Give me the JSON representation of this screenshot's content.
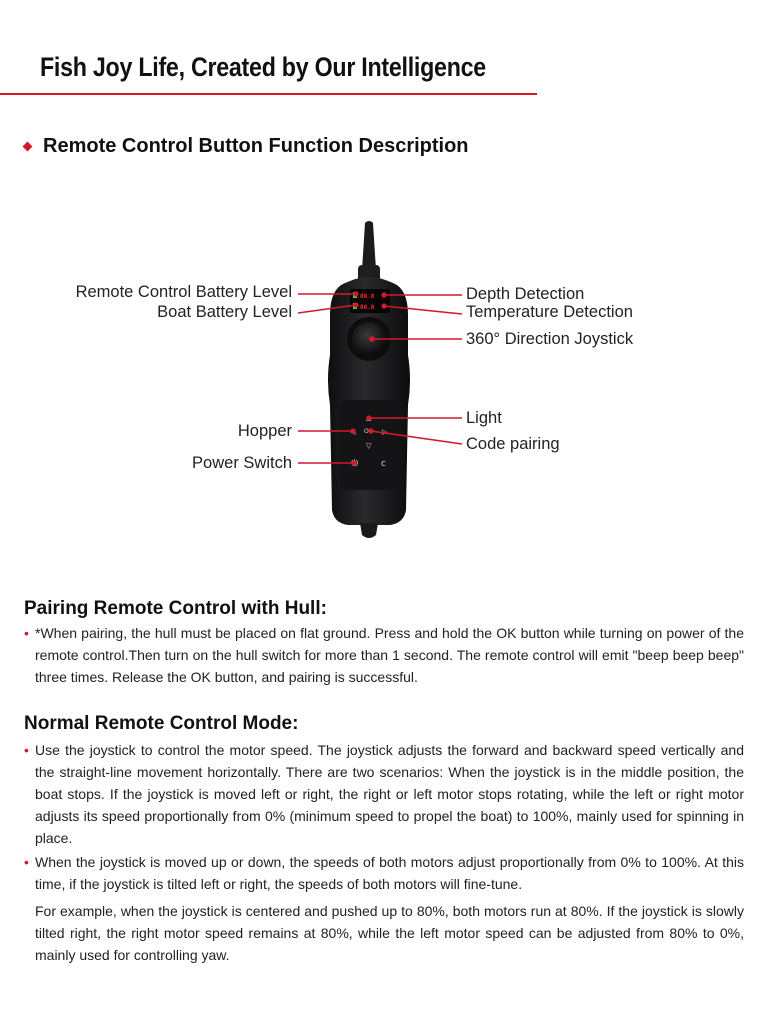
{
  "header": {
    "title": "Fish Joy Life, Created by Our Intelligence"
  },
  "section": {
    "heading": "Remote Control Button Function Description"
  },
  "diagram": {
    "labels": {
      "battery_remote": "Remote Control Battery Level",
      "battery_boat": "Boat Battery Level",
      "hopper": "Hopper",
      "power": "Power Switch",
      "depth": "Depth Detection",
      "temperature": "Temperature Detection",
      "joystick": "360° Direction Joystick",
      "light": "Light",
      "pairing": "Code pairing"
    },
    "display_readings": [
      "88.8",
      "88.8"
    ],
    "ok_label": "OK"
  },
  "pairing": {
    "heading": "Pairing Remote Control with Hull:",
    "bullet": "•",
    "text": "*When pairing, the hull must be placed on flat ground. Press and hold the OK button while turning on power of the remote control.Then turn on the hull switch for more than 1 second. The remote control will emit \"beep beep beep\" three times. Release the OK button, and pairing is successful."
  },
  "normal_mode": {
    "heading": "Normal Remote Control Mode:",
    "bullet": "•",
    "paragraphs": [
      "Use the joystick to control the motor speed. The joystick adjusts the forward and backward speed vertically and the straight-line movement horizontally. There are two scenarios: When the joystick is in the middle position, the boat stops. If the joystick is moved left or right, the right or left motor stops rotating, while the left or right motor adjusts its speed proportionally from 0% (minimum speed to propel the boat) to 100%, mainly used for spinning in place.",
      "When the joystick is moved up or down, the speeds of both motors adjust proportionally from 0% to 100%. At this time, if the joystick is tilted left or right, the speeds of both motors will fine-tune."
    ],
    "example": "For example, when the joystick is centered and pushed up to 80%, both motors run at 80%. If the joystick is slowly tilted right, the right motor speed remains at 80%, while the left motor speed can be adjusted from 80% to 0%, mainly used for controlling yaw."
  },
  "colors": {
    "accent": "#d21a2a",
    "device": "#1b1b1d"
  }
}
